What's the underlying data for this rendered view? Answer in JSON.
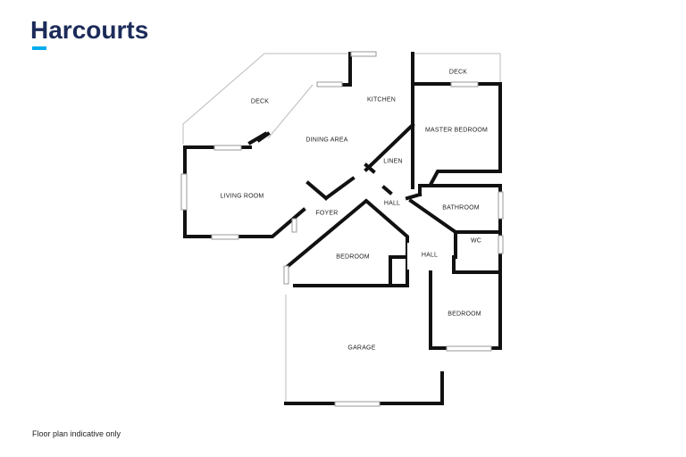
{
  "brand": {
    "name": "Harcourts",
    "accent": "#00adef",
    "primary": "#1c2b59"
  },
  "rooms": {
    "deck_left": "DECK",
    "kitchen": "KITCHEN",
    "deck_right": "DECK",
    "dining": "DINING AREA",
    "master": "MASTER BEDROOM",
    "linen": "LINEN",
    "living": "LIVING ROOM",
    "hall_top": "HALL",
    "bathroom": "BATHROOM",
    "foyer": "FOYER",
    "wc": "WC",
    "hall_bottom": "HALL",
    "bedroom_center": "BEDROOM",
    "bedroom_right": "BEDROOM",
    "garage": "GARAGE"
  },
  "footer": {
    "note": "Floor plan indicative only"
  }
}
